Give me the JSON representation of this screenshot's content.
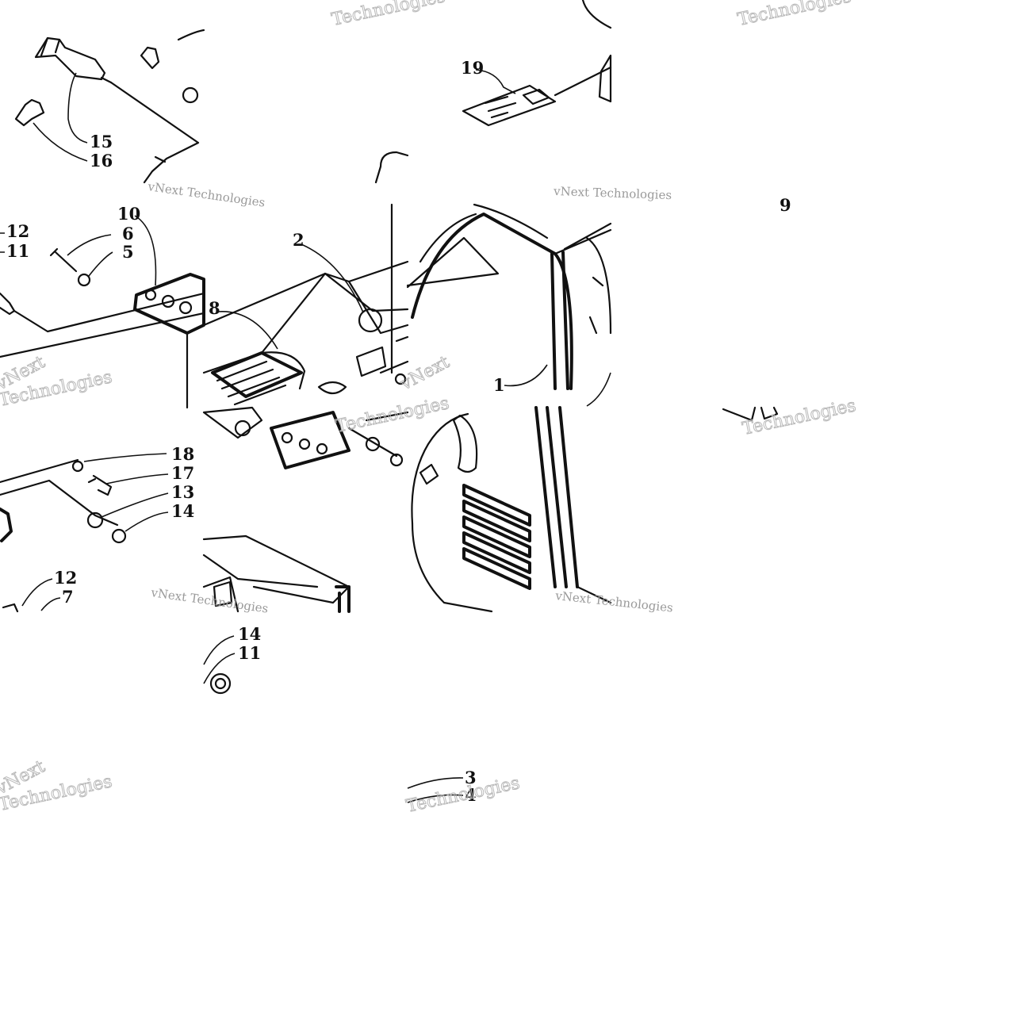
{
  "callouts": {
    "c1": "1",
    "c2": "2",
    "c3": "3",
    "c4": "4",
    "c5": "5",
    "c6": "6",
    "c7": "7",
    "c8": "8",
    "c9": "9",
    "c10": "10",
    "c11a": "11",
    "c11b": "11",
    "c12a": "12",
    "c12b": "12",
    "c13": "13",
    "c14a": "14",
    "c14b": "14",
    "c15": "15",
    "c16": "16",
    "c17": "17",
    "c18": "18",
    "c19": "19"
  },
  "watermark": {
    "brand": "vNext",
    "company": "Technologies",
    "full": "vNext Technologies"
  }
}
